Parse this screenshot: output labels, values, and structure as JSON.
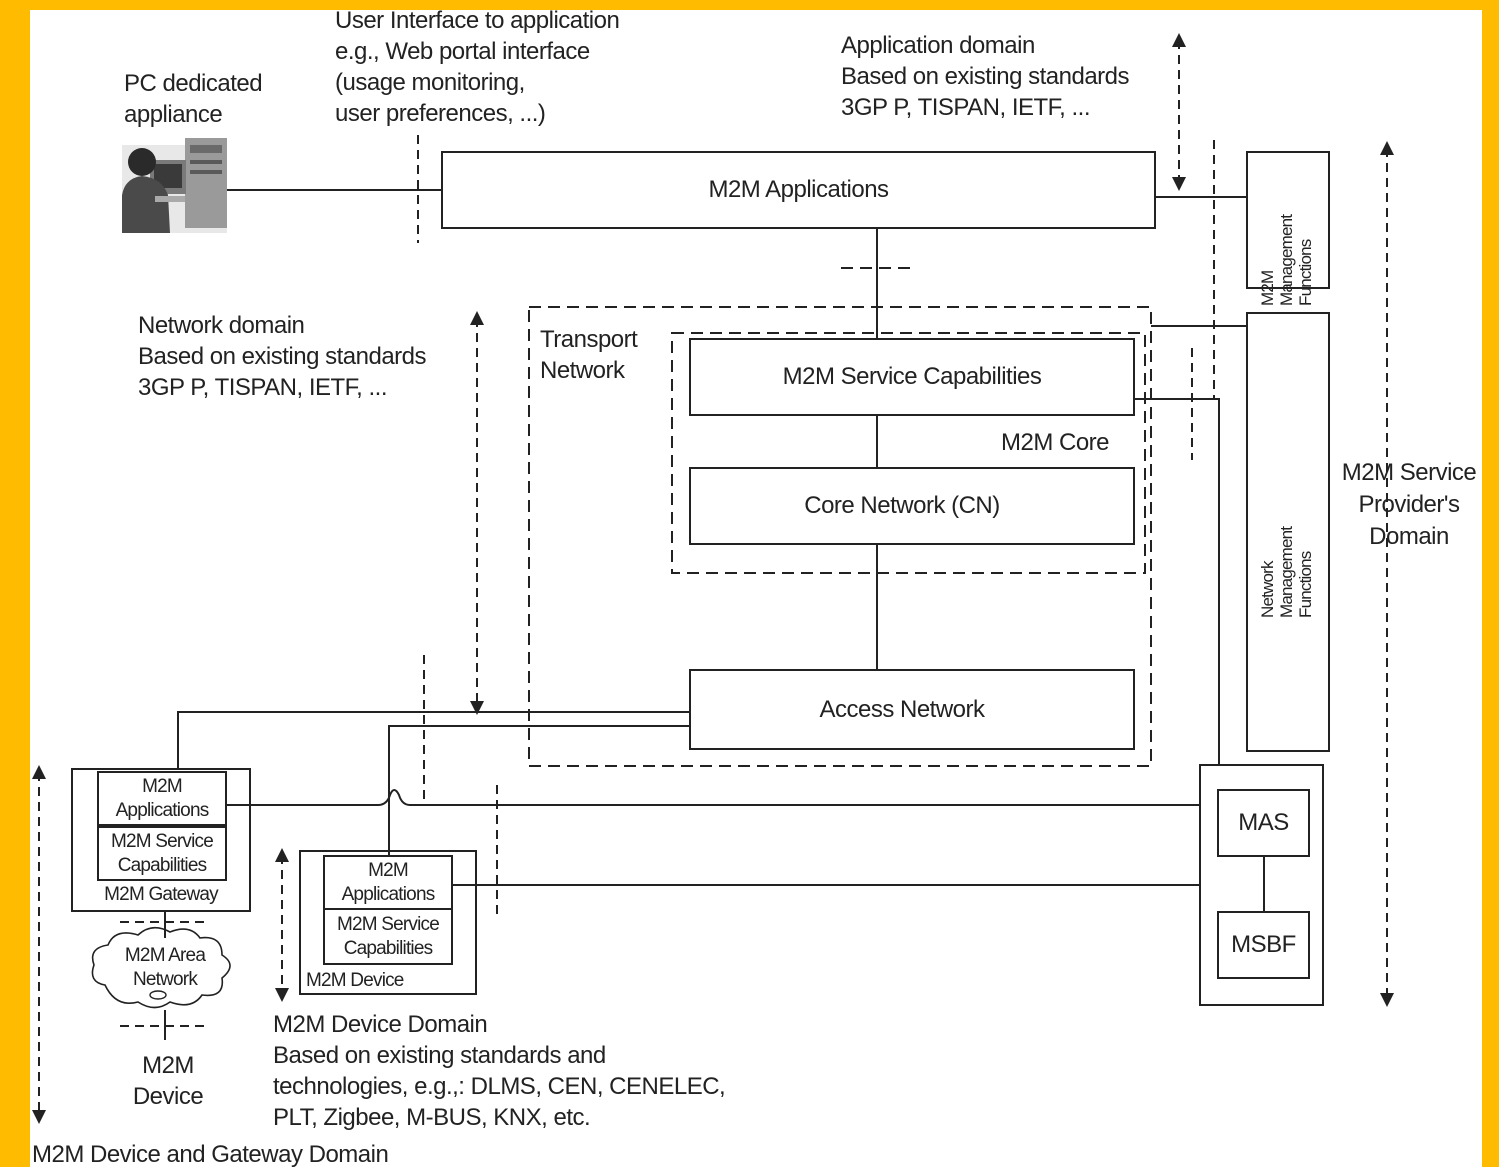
{
  "annotations": {
    "pc_dedicated": [
      "PC dedicated",
      "appliance"
    ],
    "user_interface": [
      "User Interface to application",
      "e.g., Web portal interface",
      "(usage monitoring,",
      "user preferences, ...)"
    ],
    "application_domain": [
      "Application domain",
      "Based on existing standards",
      "3GP P, TISPAN, IETF, ..."
    ],
    "network_domain": [
      "Network domain",
      "Based on existing standards",
      "3GP P, TISPAN, IETF, ..."
    ],
    "transport_network": [
      "Transport",
      "Network"
    ],
    "m2m_core": "M2M Core",
    "service_provider_domain": [
      "M2M Service",
      "Provider's",
      "Domain"
    ],
    "device_domain": [
      "M2M Device Domain",
      "Based on existing standards and",
      "technologies, e.g.,: DLMS, CEN, CENELEC,",
      "PLT, Zigbee, M-BUS, KNX, etc."
    ],
    "device_gateway_domain": "M2M Device and Gateway Domain"
  },
  "boxes": {
    "m2m_applications": "M2M Applications",
    "m2m_service_capabilities": "M2M Service Capabilities",
    "core_network": "Core Network (CN)",
    "access_network": "Access Network",
    "m2m_management_functions": [
      "M2M",
      "Management",
      "Functions"
    ],
    "network_management_functions": [
      "Network",
      "Management",
      "Functions"
    ],
    "mas": "MAS",
    "msbf": "MSBF"
  },
  "gateway": {
    "applications": [
      "M2M",
      "Applications"
    ],
    "service_capabilities": [
      "M2M Service",
      "Capabilities"
    ],
    "label": "M2M Gateway"
  },
  "device": {
    "applications": [
      "M2M",
      "Applications"
    ],
    "service_capabilities": [
      "M2M Service",
      "Capabilities"
    ],
    "label": "M2M Device"
  },
  "area_network": [
    "M2M Area",
    "Network"
  ],
  "standalone_device": [
    "M2M",
    "Device"
  ],
  "icons": {
    "pc_appliance": "computer-user-icon"
  },
  "colors": {
    "frame": "#FFBB00",
    "line": "#222222"
  }
}
